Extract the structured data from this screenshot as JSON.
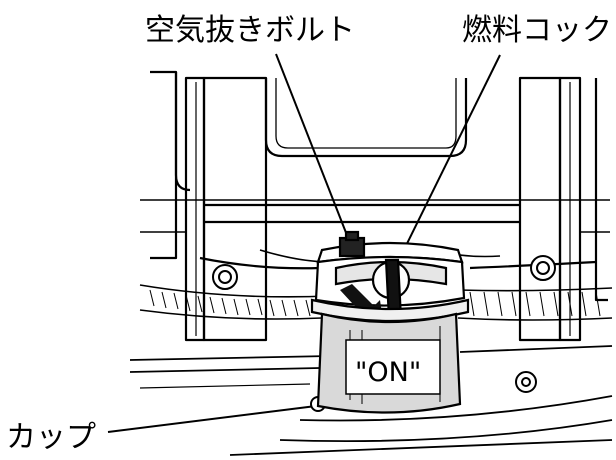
{
  "labels": {
    "air_bleed_bolt": "空気抜きボルト",
    "fuel_cock": "燃料コック",
    "cup": "カップ",
    "on_marking": "\"ON\""
  },
  "colors": {
    "ink": "#000000",
    "paper": "#ffffff"
  }
}
